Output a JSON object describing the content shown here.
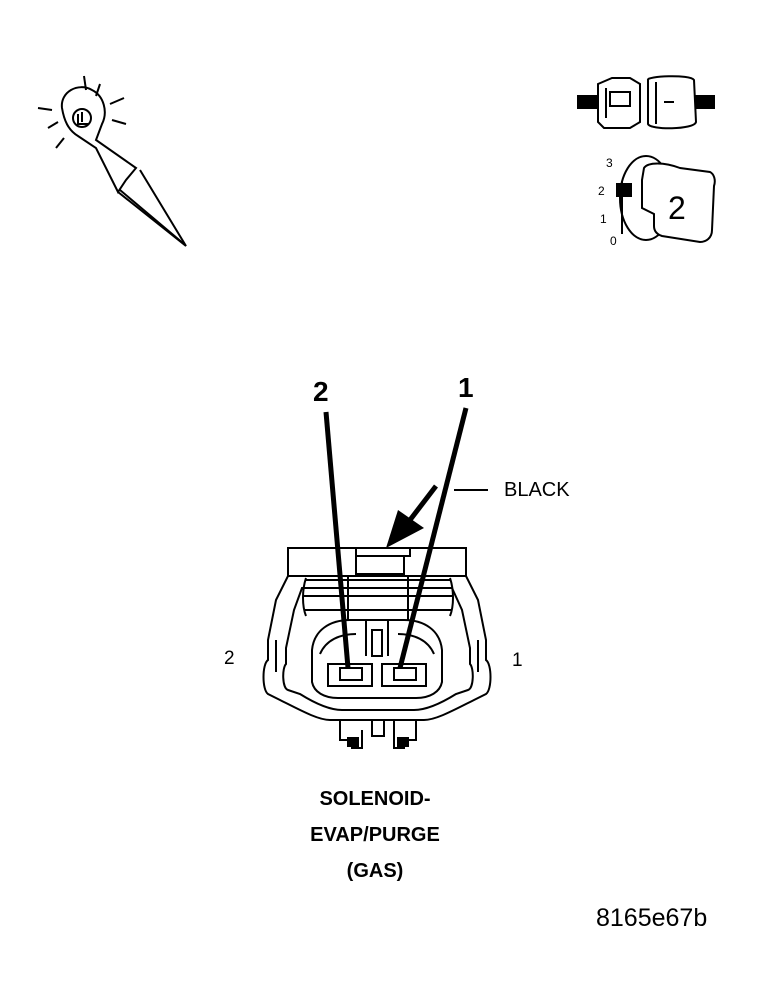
{
  "callouts": {
    "pin2": "2",
    "pin1": "1"
  },
  "wire_color": "BLACK",
  "cavity_labels": {
    "left": "2",
    "right": "1"
  },
  "component_name": [
    "SOLENOID-",
    "EVAP/PURGE",
    "(GAS)"
  ],
  "figure_code": "8165e67b",
  "ignition_switch": {
    "positions": [
      "3",
      "2",
      "1",
      "0"
    ],
    "key_position": "2"
  },
  "icons": [
    "probe-icon",
    "disconnected-connector-icon",
    "ignition-switch-icon"
  ]
}
